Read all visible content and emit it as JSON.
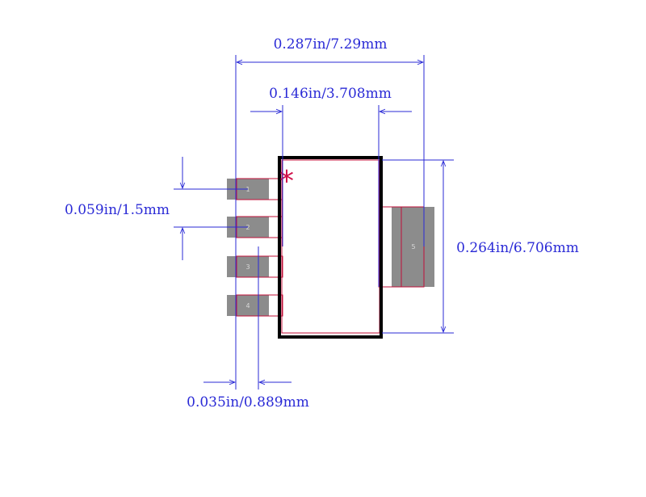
{
  "dimensions": {
    "overall_width": "0.287in/7.29mm",
    "body_width": "0.146in/3.708mm",
    "pin_pitch": "0.059in/1.5mm",
    "overall_height": "0.264in/6.706mm",
    "pin_width": "0.035in/0.889mm"
  },
  "pins": [
    "1",
    "2",
    "3",
    "4",
    "5"
  ],
  "pin1_marker": "*",
  "colors": {
    "dimension": "#2a2ad6",
    "pad": "#8c8c8c",
    "outline": "#000000",
    "courtyard": "#c0103a",
    "marker": "#d0104a"
  }
}
